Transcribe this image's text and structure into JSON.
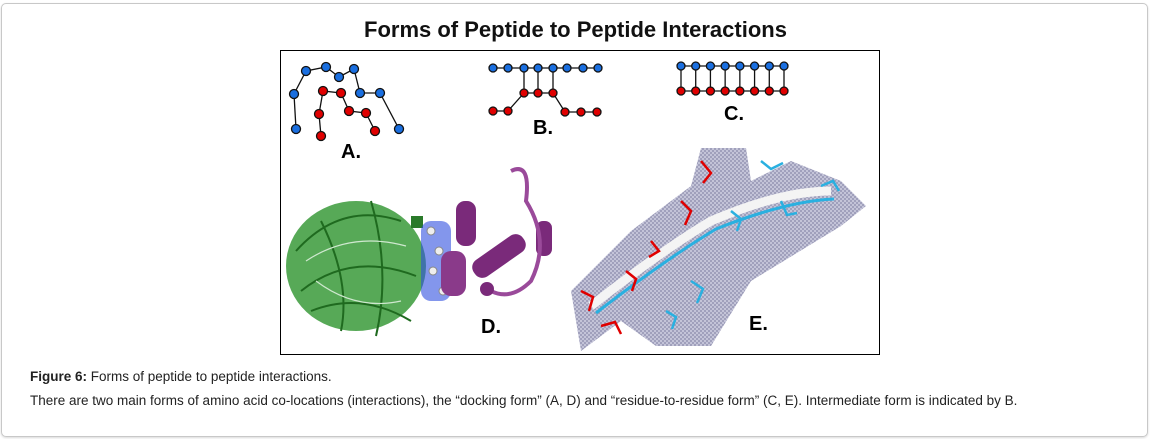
{
  "figure": {
    "title": "Forms of Peptide to Peptide Interactions",
    "panels": {
      "a": "A.",
      "b": "B.",
      "c": "C.",
      "d": "D.",
      "e": "E."
    },
    "colors": {
      "blue": "#1a6fe0",
      "red": "#e00000",
      "green": "#3a9a3a",
      "purple": "#8a3a8a",
      "cyan": "#2ab0e0"
    }
  },
  "caption": {
    "label": "Figure 6:",
    "title": " Forms of peptide to peptide interactions.",
    "text": "There are two main forms of amino acid co-locations (interactions), the “docking form” (A, D) and “residue-to-residue form” (C, E). Intermediate form is indicated by B."
  }
}
